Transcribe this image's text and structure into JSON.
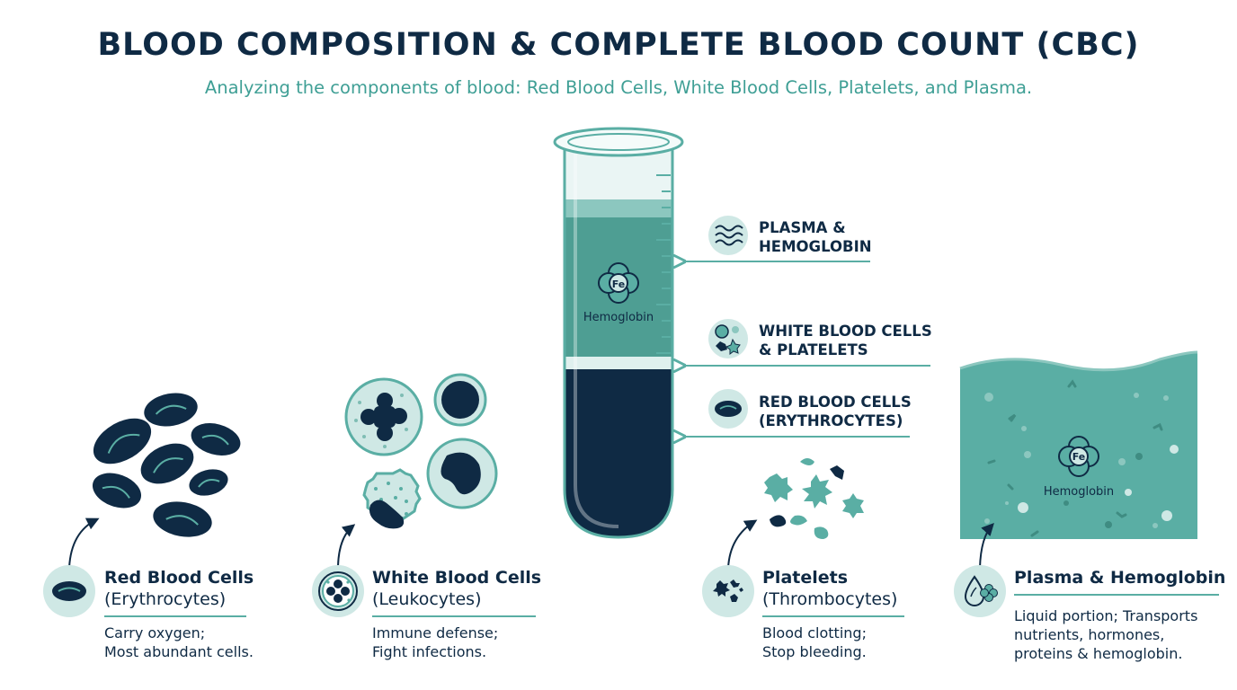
{
  "header": {
    "title": "BLOOD COMPOSITION & COMPLETE BLOOD COUNT (CBC)",
    "subtitle": "Analyzing the components of blood: Red Blood Cells, White Blood Cells, Platelets, and Plasma."
  },
  "tube": {
    "hemoglobin_label": "Hemoglobin",
    "fe_label": "Fe",
    "labels": [
      {
        "line1": "PLASMA &",
        "line2": "HEMOGLOBIN"
      },
      {
        "line1": "WHITE BLOOD CELLS",
        "line2": "& PLATELETS"
      },
      {
        "line1": "RED BLOOD CELLS",
        "line2": "(ERYTHROCYTES)"
      }
    ]
  },
  "plasma_panel": {
    "hemoglobin_label": "Hemoglobin",
    "fe_label": "Fe"
  },
  "cards": [
    {
      "title": "Red Blood Cells",
      "subtitle": "(Erythrocytes)",
      "desc1": "Carry oxygen;",
      "desc2": "Most abundant cells.",
      "icon": "rbc-icon"
    },
    {
      "title": "White Blood Cells",
      "subtitle": "(Leukocytes)",
      "desc1": "Immune defense;",
      "desc2": "Fight infections.",
      "icon": "wbc-icon"
    },
    {
      "title": "Platelets",
      "subtitle": "(Thrombocytes)",
      "desc1": "Blood clotting;",
      "desc2": "Stop bleeding.",
      "icon": "platelets-icon"
    },
    {
      "title": "Plasma & Hemoglobin",
      "subtitle": "",
      "desc1": "Liquid portion; Transports",
      "desc2": "nutrients, hormones,",
      "desc3": "proteins & hemoglobin.",
      "icon": "plasma-drop-icon"
    }
  ],
  "colors": {
    "navy": "#0f2a44",
    "teal": "#5aaea4",
    "light_teal": "#cfe8e5",
    "accent": "#3f9f95"
  }
}
